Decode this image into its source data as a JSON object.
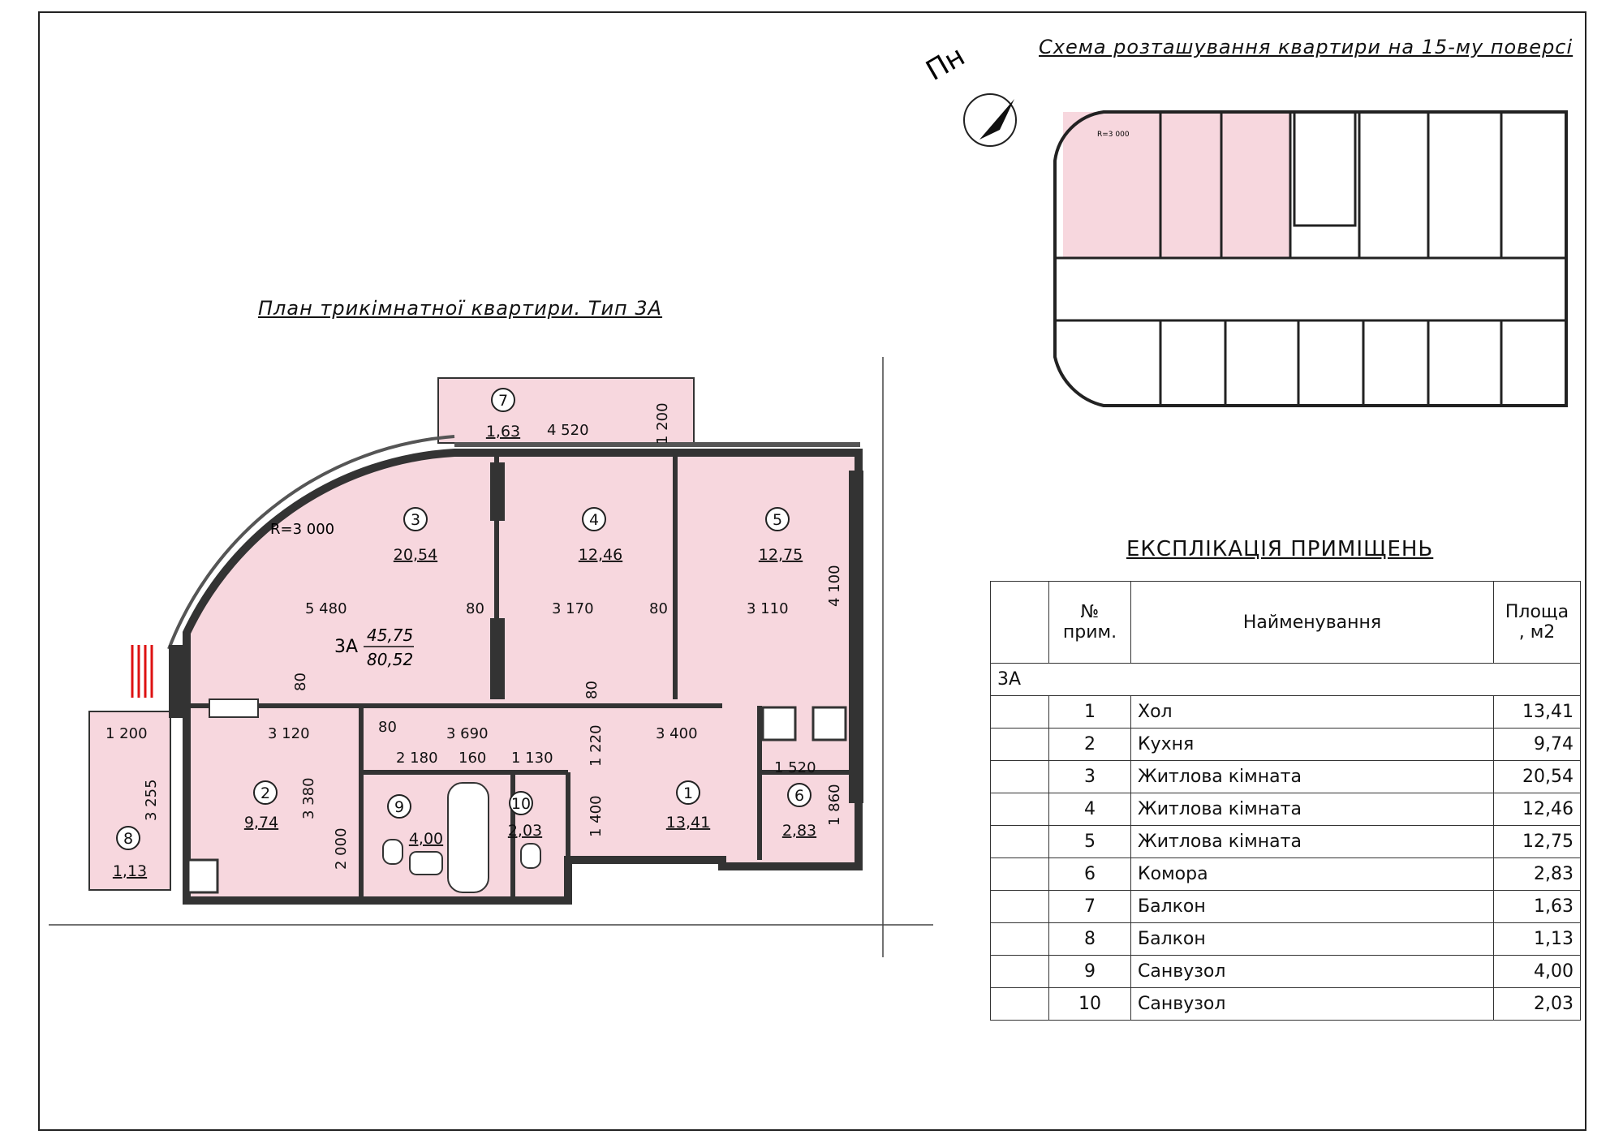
{
  "plan_title": "План трикімнатної квартири. Тип 3А",
  "scheme_title": "Схема розташування квартири на 15-му поверсі",
  "north_label": "Пн",
  "radius_label": "R=3 000",
  "scheme_radius_label": "R=3 000",
  "apartment": {
    "code": "3А",
    "living_area": "45,75",
    "total_area": "80,52"
  },
  "rooms": [
    {
      "num": "1",
      "area": "13,41"
    },
    {
      "num": "2",
      "area": "9,74"
    },
    {
      "num": "3",
      "area": "20,54"
    },
    {
      "num": "4",
      "area": "12,46"
    },
    {
      "num": "5",
      "area": "12,75"
    },
    {
      "num": "6",
      "area": "2,83"
    },
    {
      "num": "7",
      "area": "1,63"
    },
    {
      "num": "8",
      "area": "1,13"
    },
    {
      "num": "9",
      "area": "4,00"
    },
    {
      "num": "10",
      "area": "2,03"
    }
  ],
  "dimensions": {
    "balcony7_len": "4 520",
    "balcony7_depth": "1 200",
    "room3_w": "5 480",
    "wall_80_a": "80",
    "room4_w": "3 170",
    "wall_80_b": "80",
    "room5_w": "3 110",
    "room5_h": "4 100",
    "wall_80_c": "80",
    "wall_80_d": "80",
    "wall_80_e": "80",
    "kitchen_w": "3 120",
    "kitchen_h": "3 380",
    "kitchen_h2": "2 000",
    "hall_w": "3 690",
    "hall_w2": "3 400",
    "bath9_w": "2 180",
    "wall_160": "160",
    "bath10_w": "1 130",
    "hall_h1": "1 220",
    "hall_h2": "1 400",
    "store_w": "1 520",
    "store_h": "1 860",
    "balcony8_w": "1 200",
    "balcony8_h": "3 255"
  },
  "explication": {
    "title": "ЕКСПЛІКАЦІЯ ПРИМІЩЕНЬ",
    "headers": {
      "num": "№ прим.",
      "name": "Найменування",
      "area": "Площа , м2"
    },
    "group": "3А",
    "rows": [
      {
        "num": "1",
        "name": "Хол",
        "area": "13,41"
      },
      {
        "num": "2",
        "name": "Кухня",
        "area": "9,74"
      },
      {
        "num": "3",
        "name": "Житлова кімната",
        "area": "20,54"
      },
      {
        "num": "4",
        "name": "Житлова кімната",
        "area": "12,46"
      },
      {
        "num": "5",
        "name": "Житлова кімната",
        "area": "12,75"
      },
      {
        "num": "6",
        "name": "Комора",
        "area": "2,83"
      },
      {
        "num": "7",
        "name": "Балкон",
        "area": "1,63"
      },
      {
        "num": "8",
        "name": "Балкон",
        "area": "1,13"
      },
      {
        "num": "9",
        "name": "Санвузол",
        "area": "4,00"
      },
      {
        "num": "10",
        "name": "Санвузол",
        "area": "2,03"
      }
    ]
  },
  "colors": {
    "room_fill": "#f7d7de",
    "wall": "#333333",
    "line": "#222222"
  }
}
